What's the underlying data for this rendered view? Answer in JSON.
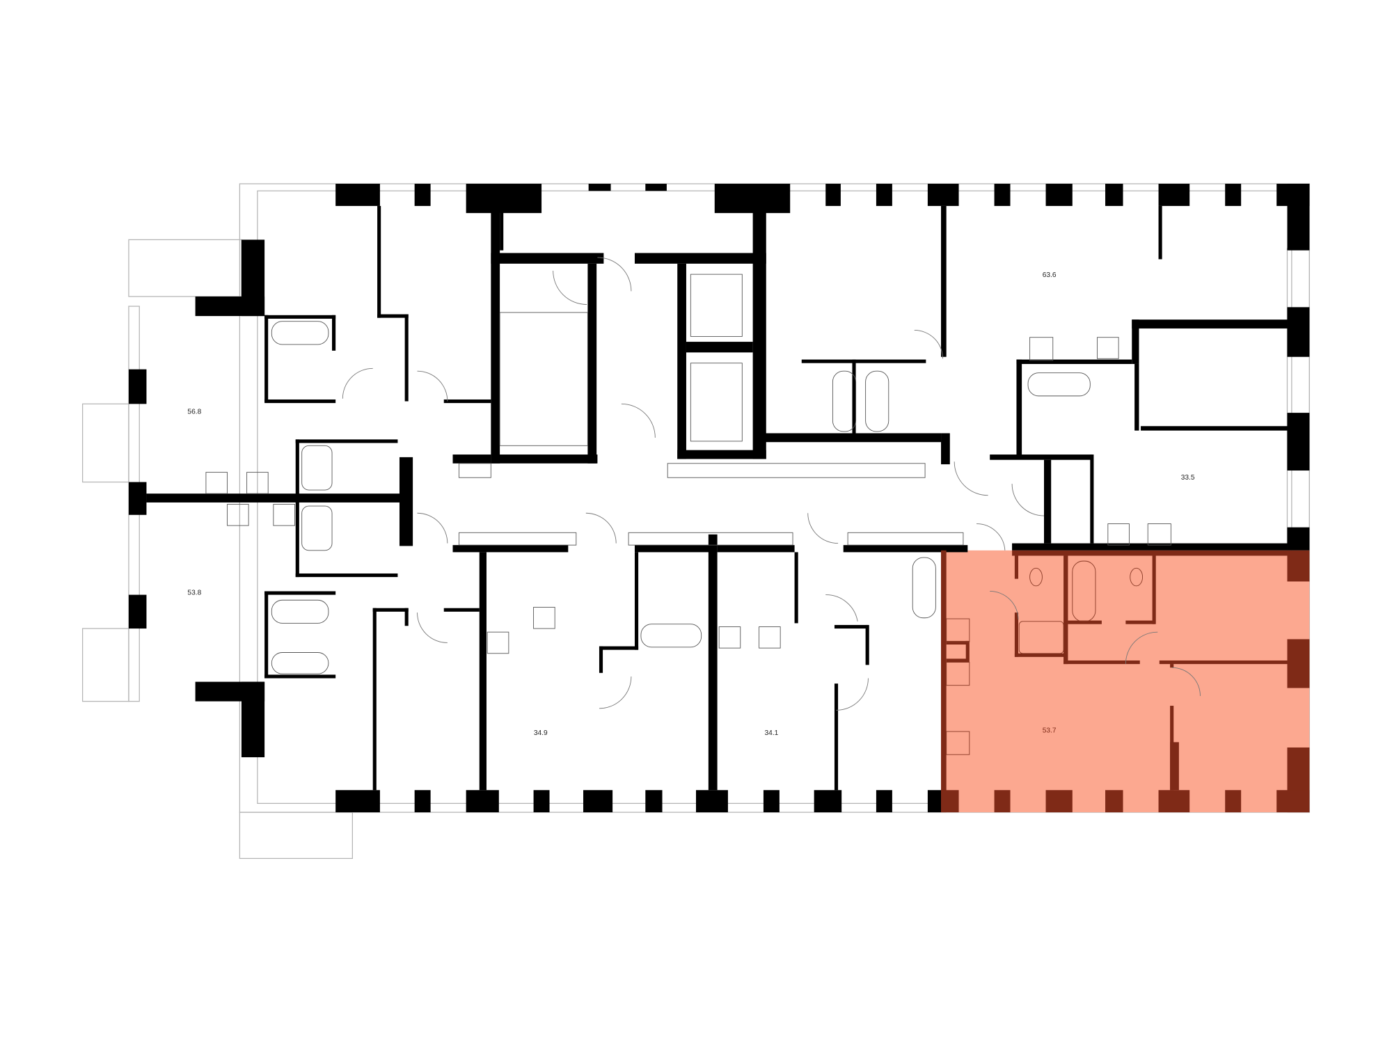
{
  "plan": {
    "apartments": [
      {
        "id": "apt-left-top",
        "area": "56.8",
        "selected": false
      },
      {
        "id": "apt-left-bottom",
        "area": "53.8",
        "selected": false
      },
      {
        "id": "apt-bottom-mid-left",
        "area": "34.9",
        "selected": false
      },
      {
        "id": "apt-bottom-mid",
        "area": "34.1",
        "selected": false
      },
      {
        "id": "apt-top-right",
        "area": "63.6",
        "selected": false
      },
      {
        "id": "apt-right-mid",
        "area": "33.5",
        "selected": false
      },
      {
        "id": "apt-bottom-right",
        "area": "53.7",
        "selected": true
      }
    ]
  },
  "colors": {
    "wall": "#000000",
    "selected_fill": "#fca890",
    "selected_wall": "#7f2a17",
    "background": "#ffffff"
  }
}
